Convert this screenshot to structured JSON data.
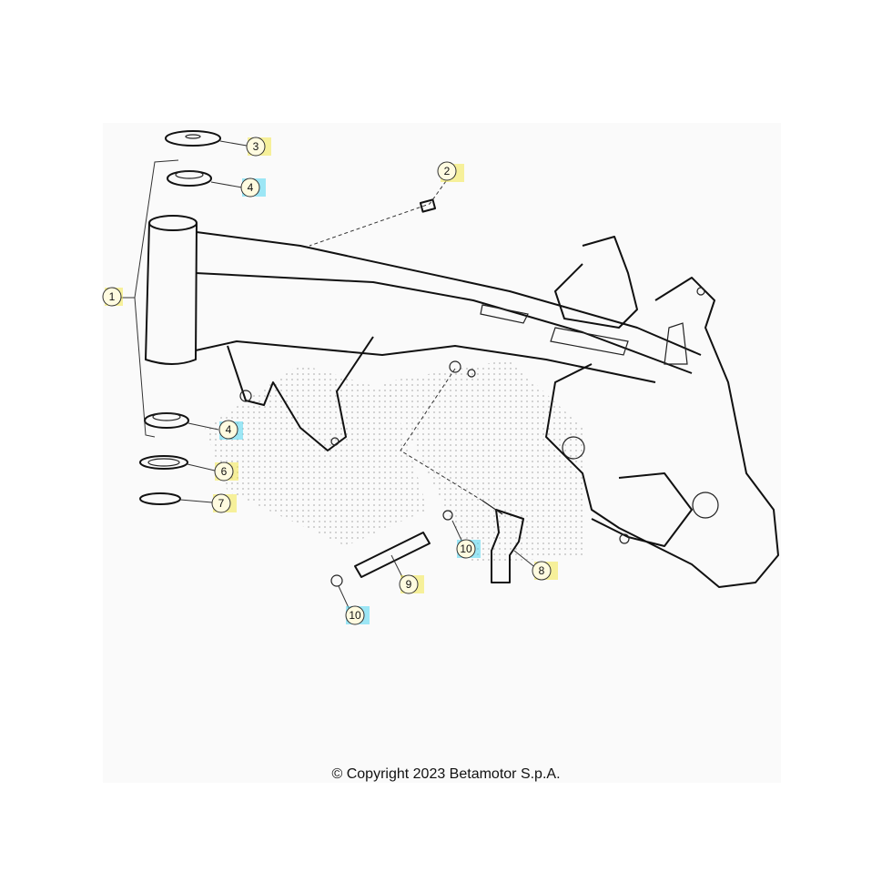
{
  "diagram": {
    "callouts": [
      {
        "id": "c1",
        "label": "1",
        "marker": "yellow"
      },
      {
        "id": "c2",
        "label": "2",
        "marker": "yellow"
      },
      {
        "id": "c3",
        "label": "3",
        "marker": "yellow"
      },
      {
        "id": "c4a",
        "label": "4",
        "marker": "cyan"
      },
      {
        "id": "c4b",
        "label": "4",
        "marker": "cyan"
      },
      {
        "id": "c6",
        "label": "6",
        "marker": "yellow"
      },
      {
        "id": "c7",
        "label": "7",
        "marker": "yellow"
      },
      {
        "id": "c8",
        "label": "8",
        "marker": "yellow"
      },
      {
        "id": "c9",
        "label": "9",
        "marker": "yellow"
      },
      {
        "id": "c10a",
        "label": "10",
        "marker": "cyan"
      },
      {
        "id": "c10b",
        "label": "10",
        "marker": "cyan"
      }
    ],
    "marker_colors": {
      "yellow": "#f2e84a",
      "cyan": "#4fd6f0"
    },
    "copyright": "© Copyright 2023 Betamotor S.p.A."
  }
}
